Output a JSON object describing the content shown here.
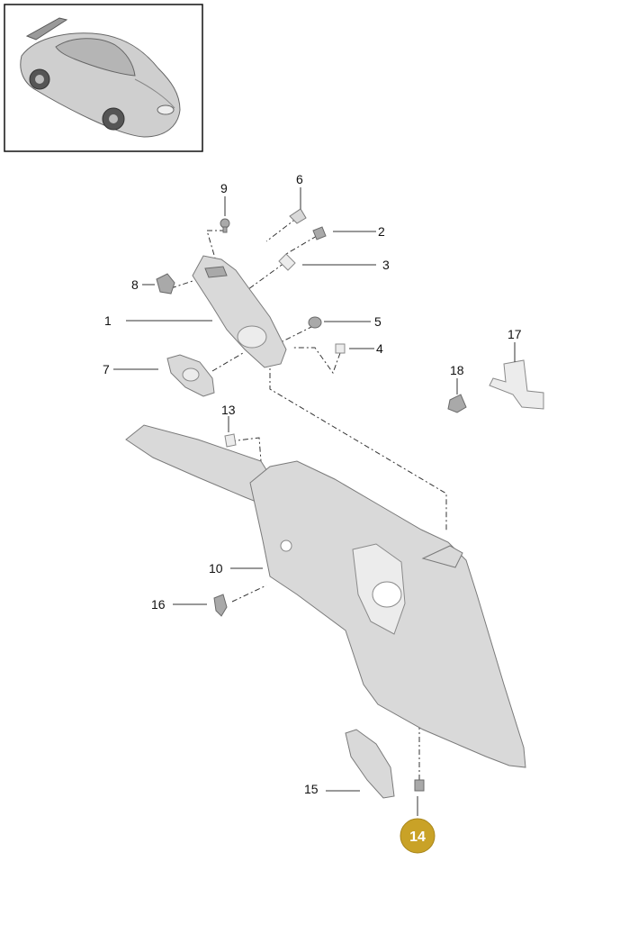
{
  "diagram": {
    "callouts": [
      {
        "id": "1",
        "label": "1"
      },
      {
        "id": "2",
        "label": "2"
      },
      {
        "id": "3",
        "label": "3"
      },
      {
        "id": "4",
        "label": "4"
      },
      {
        "id": "5",
        "label": "5"
      },
      {
        "id": "6",
        "label": "6"
      },
      {
        "id": "7",
        "label": "7"
      },
      {
        "id": "8",
        "label": "8"
      },
      {
        "id": "9",
        "label": "9"
      },
      {
        "id": "10",
        "label": "10"
      },
      {
        "id": "13",
        "label": "13"
      },
      {
        "id": "15",
        "label": "15"
      },
      {
        "id": "16",
        "label": "16"
      },
      {
        "id": "17",
        "label": "17"
      },
      {
        "id": "18",
        "label": "18"
      }
    ],
    "highlighted": {
      "label": "14",
      "color": "#c9a227"
    }
  },
  "colors": {
    "badge": "#c9a227",
    "part": "#d9d9d9"
  }
}
